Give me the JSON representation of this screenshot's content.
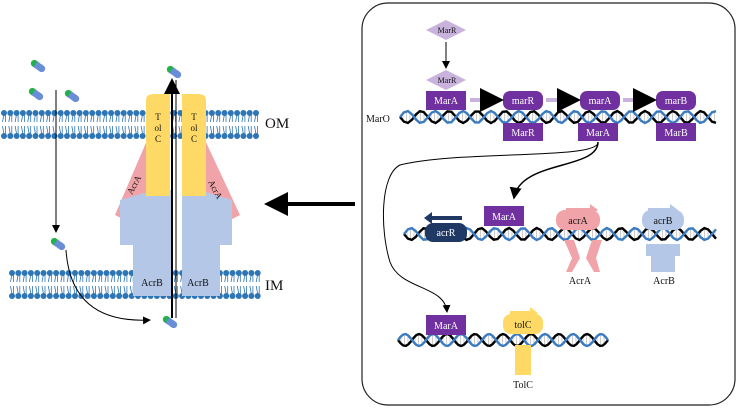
{
  "membranes": {
    "outer": "OM",
    "inner": "IM"
  },
  "pump": {
    "tolc_left": [
      "T",
      "ol",
      "C"
    ],
    "tolc_right": [
      "T",
      "ol",
      "C"
    ],
    "acra_left": "AcrA",
    "acra_right": "AcrA",
    "acrb_left": "AcrB",
    "acrb_right": "AcrB"
  },
  "regulation": {
    "marR_top": "MarR",
    "marR_bound": "MarR",
    "marO": "MarO",
    "marA_box_1": "MarA",
    "gene_marR": "marR",
    "gene_marA": "marA",
    "gene_marB": "marB",
    "protein_marR": "MarR",
    "protein_marA": "MarA",
    "protein_marB": "MarB",
    "marA_box_2": "MarA",
    "gene_acrR": "acrR",
    "gene_acrA": "acrA",
    "gene_acrB": "acrB",
    "protein_acrA": "AcrA",
    "protein_acrB": "AcrB",
    "marA_box_3": "MarA",
    "gene_tolC": "tolC",
    "protein_tolC": "TolC"
  },
  "colors": {
    "purple": "#7030a0",
    "lavender": "#c9b3dd",
    "pink": "#f0a3a8",
    "tolc_yellow": "#ffd966",
    "acrb_blue": "#b4c7e7",
    "acrR_navy": "#1f3864",
    "membrane_blue": "#2e75b6",
    "dna_blue": "#3a7ac0"
  }
}
